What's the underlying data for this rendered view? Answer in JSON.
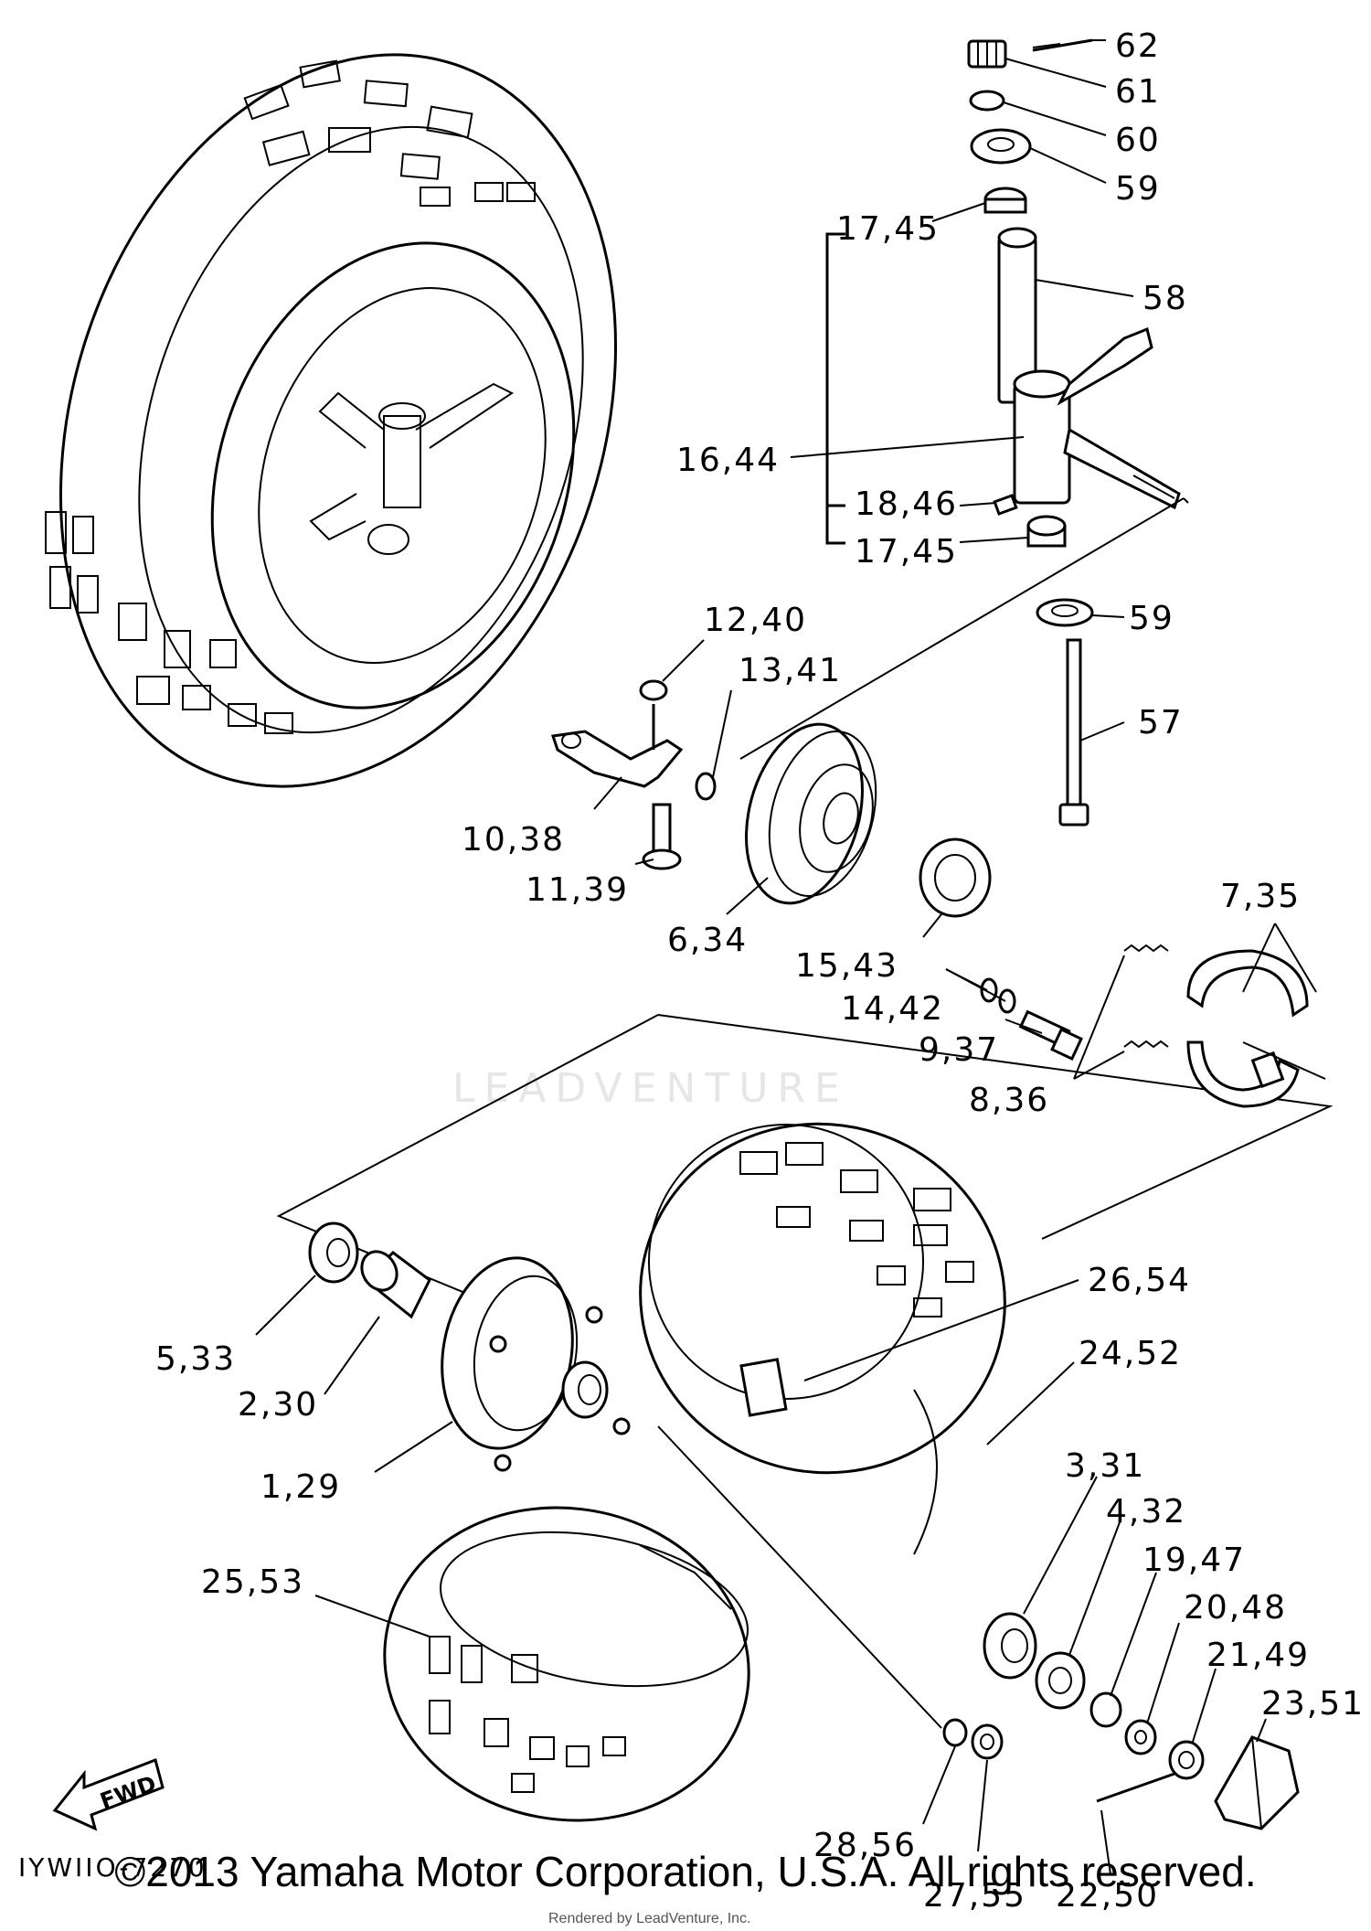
{
  "callouts": {
    "c62": "62",
    "c61": "61",
    "c60": "60",
    "c59a": "59",
    "c17_45a": "17,45",
    "c58": "58",
    "c16_44": "16,44",
    "c18_46": "18,46",
    "c17_45b": "17,45",
    "c59b": "59",
    "c12_40": "12,40",
    "c13_41": "13,41",
    "c57": "57",
    "c10_38": "10,38",
    "c11_39": "11,39",
    "c6_34": "6,34",
    "c15_43": "15,43",
    "c7_35": "7,35",
    "c14_42": "14,42",
    "c9_37": "9,37",
    "c8_36": "8,36",
    "c26_54": "26,54",
    "c24_52": "24,52",
    "c5_33": "5,33",
    "c2_30": "2,30",
    "c1_29": "1,29",
    "c3_31": "3,31",
    "c4_32": "4,32",
    "c19_47": "19,47",
    "c20_48": "20,48",
    "c21_49": "21,49",
    "c23_51": "23,51",
    "c25_53": "25,53",
    "c28_56": "28,56",
    "c27_55": "27,55",
    "c22_50": "22,50"
  },
  "fwd_label": "FWD",
  "diagram_code": "IYWIIO-7270",
  "watermark": "LEADVENTURE",
  "copyright": "©2013 Yamaha Motor Corporation, U.S.A. All rights reserved.",
  "rendered_by": "Rendered by LeadVenture, Inc."
}
